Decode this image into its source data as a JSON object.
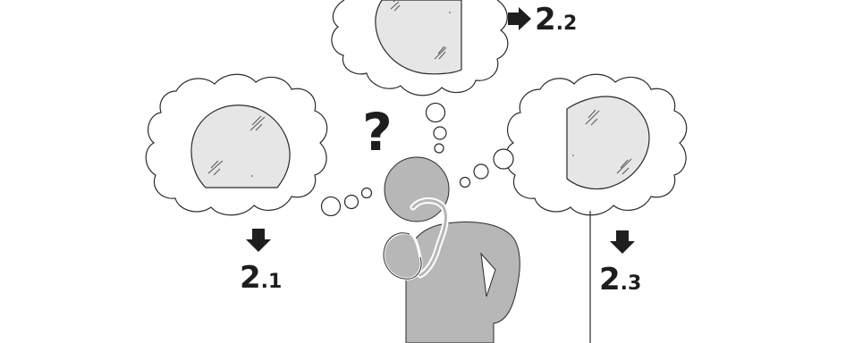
{
  "illustration": {
    "question_mark": "?",
    "steps": [
      {
        "id": "2.1",
        "major": "2",
        "minor": ".1",
        "arrow_direction": "down",
        "mirror_shape": "circle-flat-bottom"
      },
      {
        "id": "2.2",
        "major": "2",
        "minor": ".2",
        "arrow_direction": "right",
        "mirror_shape": "circle-flat-right"
      },
      {
        "id": "2.3",
        "major": "2",
        "minor": ".3",
        "arrow_direction": "down",
        "mirror_shape": "circle-flat-left"
      }
    ],
    "colors": {
      "figure_fill": "#b7b7b7",
      "mirror_fill": "#e6e6e6",
      "line": "#2a2a2a",
      "ink": "#1e1e1e",
      "background": "#ffffff"
    }
  }
}
